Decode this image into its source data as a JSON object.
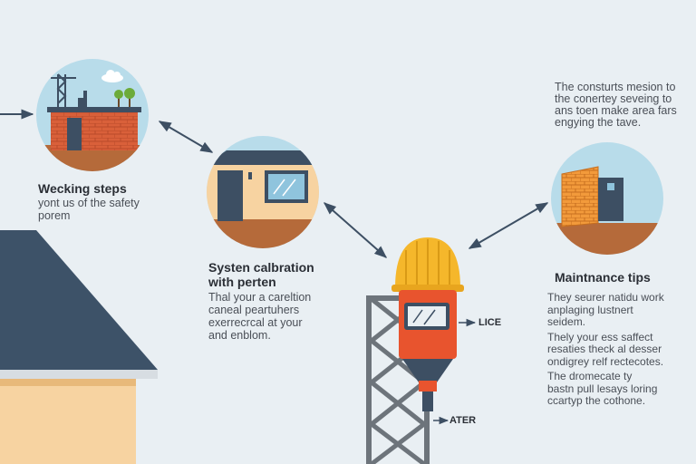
{
  "sections": {
    "steps": {
      "title": "Wecking steps",
      "lines": [
        "yont us of the safety",
        "porem"
      ]
    },
    "calibration": {
      "title_lines": [
        "Systen calbration",
        "with perten"
      ],
      "lines": [
        "Thal your a careltion",
        "caneal peartuhers",
        "exerrecrcal at your",
        "and enblom."
      ]
    },
    "intro": {
      "lines": [
        "The consturts mesion to",
        "the conertey seveing to",
        "ans toen make area fars",
        "engying the tave."
      ]
    },
    "maintenance": {
      "title": "Maintnance tips",
      "bullets": [
        [
          "They seurer natidu work",
          "anplaging lustnert",
          "seidem."
        ],
        [
          "Thely your ess saffect",
          "resaties theck al desser",
          "ondigrey relf rectecotes."
        ],
        [
          "The dromecate ty",
          "bastn pull lesays loring",
          "ccartyp the cothone."
        ]
      ]
    }
  },
  "labels": {
    "lice": "LICE",
    "ater": "ATER"
  },
  "colors": {
    "background": "#e9eff3",
    "sky": "#b8dcea",
    "ground": "#b56a3a",
    "brick": "#d9603a",
    "roof": "#3d5268",
    "wall": "#f7d3a1",
    "helmet": "#f5b72b",
    "device": "#e8542e",
    "tower": "#6d747b",
    "arrow": "#3d4f63"
  },
  "icons": [
    "crane-icon",
    "cloud-icon",
    "tree-icon",
    "window-icon",
    "door-icon",
    "hard-hat-icon"
  ]
}
